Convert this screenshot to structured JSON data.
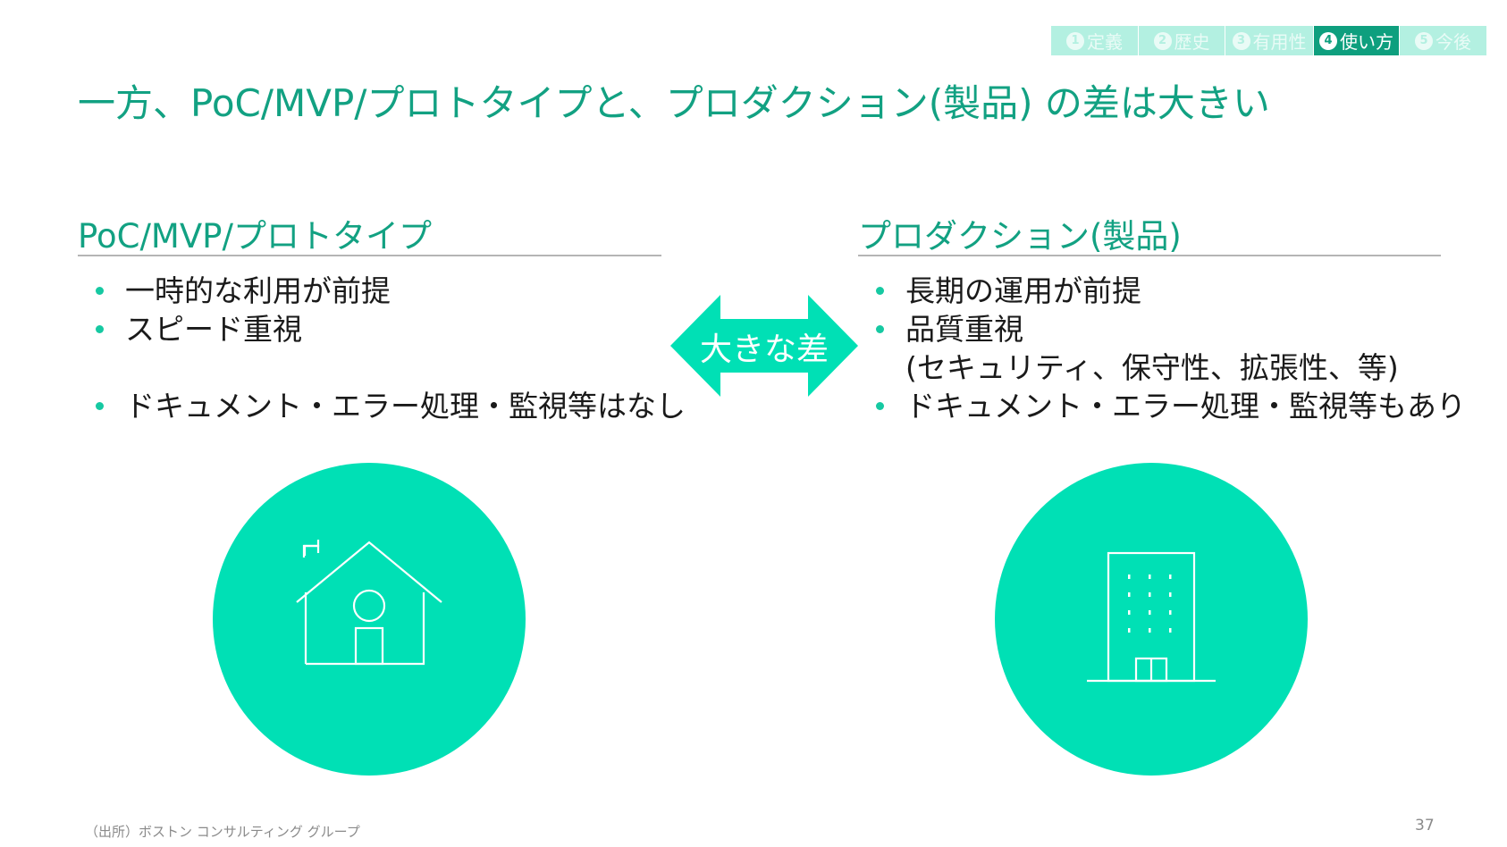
{
  "nav": {
    "items": [
      {
        "num": "1",
        "label": "定義",
        "active": false,
        "width": 98
      },
      {
        "num": "2",
        "label": "歴史",
        "active": false,
        "width": 97
      },
      {
        "num": "3",
        "label": "有用性",
        "active": false,
        "width": 99
      },
      {
        "num": "4",
        "label": "使い方",
        "active": true,
        "width": 96
      },
      {
        "num": "5",
        "label": "今後",
        "active": false,
        "width": 98
      }
    ]
  },
  "title": "一方、PoC/MVP/プロトタイプと、プロダクション(製品) の差は大きい",
  "left": {
    "heading": "PoC/MVP/プロトタイプ",
    "bullets": [
      "一時的な利用が前提",
      "スピード重視",
      "",
      "ドキュメント・エラー処理・監視等はなし"
    ]
  },
  "middle": {
    "label": "大きな差"
  },
  "right": {
    "heading": "プロダクション(製品)",
    "bullets": [
      "長期の運用が前提",
      "品質重視",
      "(セキュリティ、保守性、拡張性、等)",
      "ドキュメント・エラー処理・監視等もあり"
    ]
  },
  "icons": {
    "left": "house-icon",
    "right": "office-building-icon"
  },
  "footer": {
    "source": "（出所）ボストン コンサルティング グループ",
    "page": "37"
  },
  "colors": {
    "accent": "#12a182",
    "circle": "#00e0b5",
    "arrow": "#00e0b5",
    "nav_active": "#0e9f7e",
    "nav_inactive": "#b3f0e1"
  }
}
